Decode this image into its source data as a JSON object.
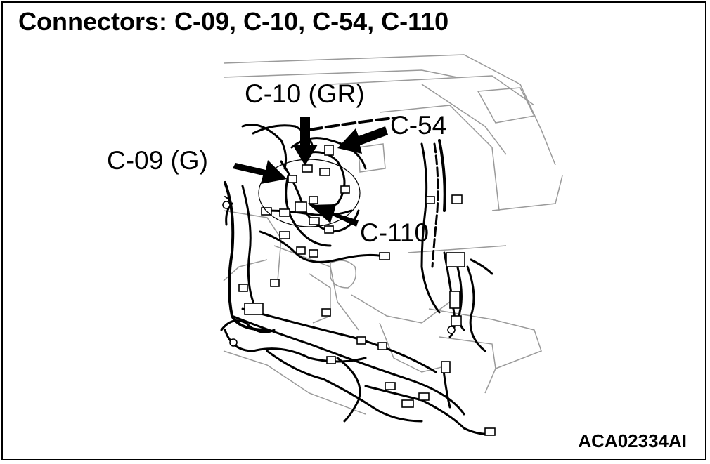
{
  "title": "Connectors: C-09, C-10, C-54, C-110",
  "figure_id": "ACA02334AI",
  "callouts": {
    "c09": "C-09 (G)",
    "c10": "C-10 (GR)",
    "c54": "C-54",
    "c110": "C-110"
  },
  "colors": {
    "line": "#000000",
    "background": "#ffffff",
    "light_line": "#9a9a9a"
  }
}
